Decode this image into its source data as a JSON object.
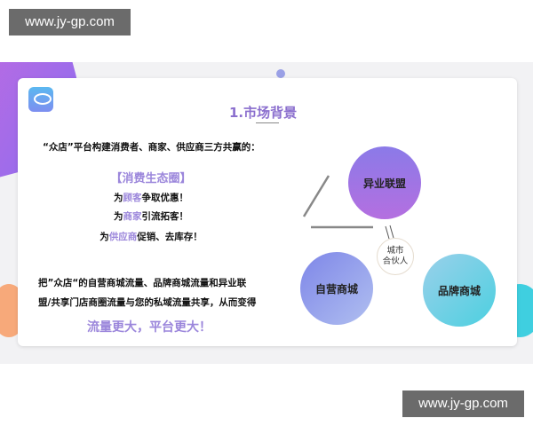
{
  "watermark": "www.jy-gp.com",
  "slide": {
    "title": "1.市场背景",
    "intro": "“众店”平台构建消费者、商家、供应商三方共赢的：",
    "eco_title": "【消费生态圈】",
    "lines": [
      {
        "pre": "为",
        "hl": "顾客",
        "post": "争取优惠！"
      },
      {
        "pre": "为",
        "hl": "商家",
        "post": "引流拓客！"
      },
      {
        "pre": "为",
        "hl": "供应商",
        "post": "促销、去库存！"
      }
    ],
    "para": [
      "把”众店“的自营商城流量、品牌商城流量和异业联",
      "盟/共享门店商圈流量与您的私域流量共享，从而变得"
    ],
    "slogan": "流量更大，平台更大！",
    "diagram": {
      "top": "异业联盟",
      "left": "自营商城",
      "right": "品牌商城",
      "center": [
        "城市",
        "合伙人"
      ]
    }
  },
  "colors": {
    "accent": "#9b86db",
    "title": "#8b6fce"
  }
}
